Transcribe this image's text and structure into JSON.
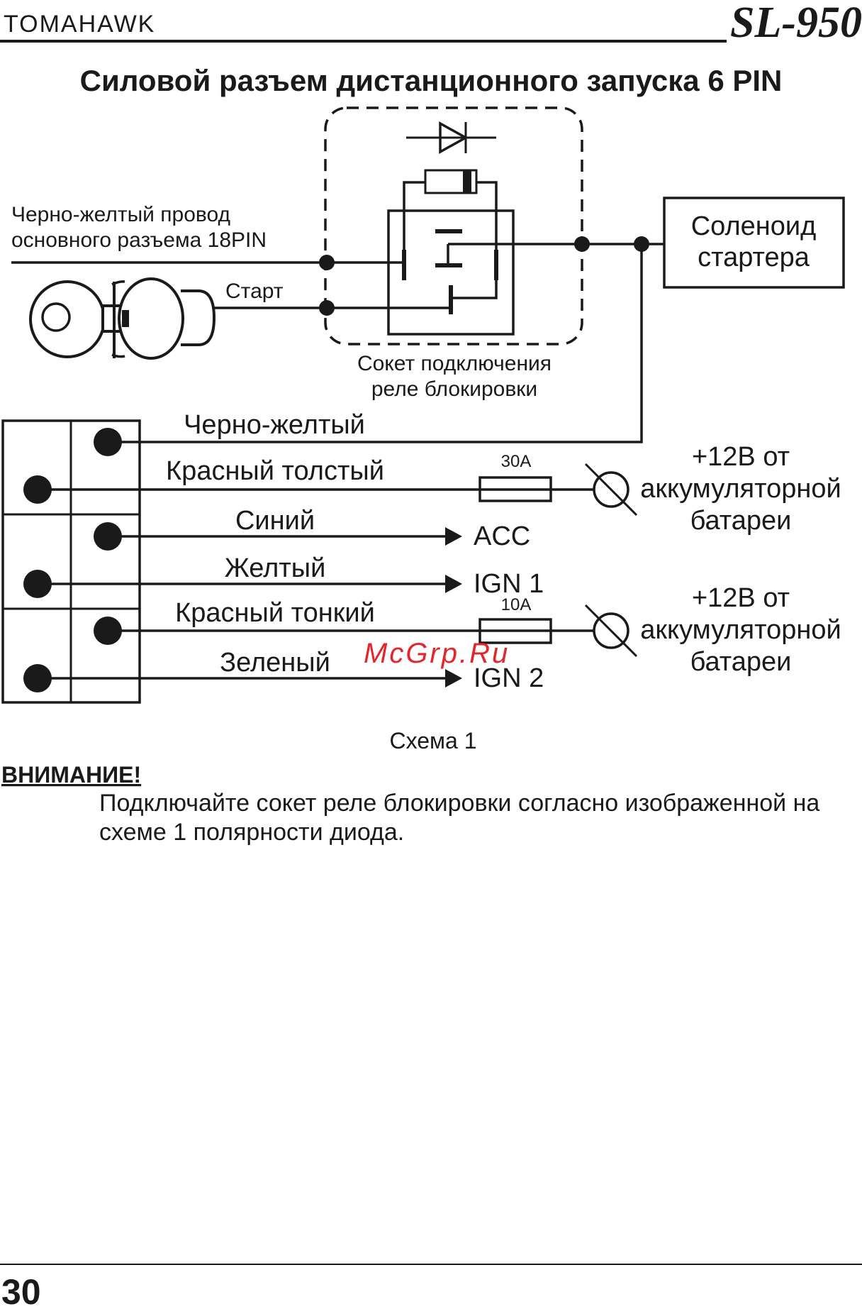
{
  "header": {
    "brand": "TOMAHAWK",
    "model": "SL-950"
  },
  "title": "Силовой разъем дистанционного запуска 6 PIN",
  "diagram": {
    "wire_top_label_line1": "Черно-желтый провод",
    "wire_top_label_line2": "основного разъема 18PIN",
    "start_label": "Старт",
    "solenoid_line1": "Соленоид",
    "solenoid_line2": "стартера",
    "socket_line1": "Сокет подключения",
    "socket_line2": "реле блокировки",
    "wires": [
      {
        "label": "Черно-желтый"
      },
      {
        "label": "Красный толстый",
        "fuse": "30А"
      },
      {
        "label": "Синий",
        "target": "ACC"
      },
      {
        "label": "Желтый",
        "target": "IGN 1"
      },
      {
        "label": "Красный тонкий",
        "fuse": "10А"
      },
      {
        "label": "Зеленый",
        "target": "IGN 2"
      }
    ],
    "battery1": [
      "+12В от",
      "аккумуляторной",
      "батареи"
    ],
    "battery2": [
      "+12В от",
      "аккумуляторной",
      "батареи"
    ],
    "watermark": "McGrp.Ru"
  },
  "caption": "Схема 1",
  "attention": {
    "heading": "ВНИМАНИЕ!",
    "line1": "Подключайте сокет реле блокировки согласно изображенной на",
    "line2": "схеме 1 полярности диода."
  },
  "page_number": "30"
}
